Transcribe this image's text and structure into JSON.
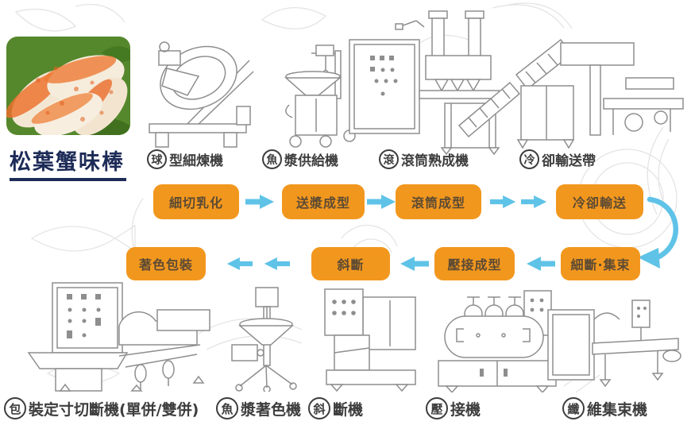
{
  "page": {
    "title": "松葉蟹味棒"
  },
  "flow": {
    "row1_machines": [
      {
        "circle": "球",
        "label": "型細煉機"
      },
      {
        "circle": "魚",
        "label": "漿供給機"
      },
      {
        "circle": "滾",
        "label": "滾筒熟成機"
      },
      {
        "circle": "冷",
        "label": "卻輸送帶"
      }
    ],
    "row1_steps": [
      "細切乳化",
      "送漿成型",
      "滾筒成型",
      "冷卻輸送"
    ],
    "row2_steps": [
      "著色包裝",
      "斜斷",
      "壓接成型",
      "細斷·集束"
    ],
    "row2_machines": [
      {
        "circle": "包",
        "label": "裝定寸切斷機(單併/雙併)"
      },
      {
        "circle": "魚",
        "label": "漿著色機"
      },
      {
        "circle": "斜",
        "label": "斷機"
      },
      {
        "circle": "壓",
        "label": "接機"
      },
      {
        "circle": "纖",
        "label": "維集束機"
      }
    ]
  },
  "colors": {
    "step_box_bg": "#F2971E",
    "step_box_text": "#5C4A33",
    "arrow_blue": "#5FC3E7",
    "title_navy": "#1D2B57",
    "machine_line_gray": "#8E8E8E"
  }
}
